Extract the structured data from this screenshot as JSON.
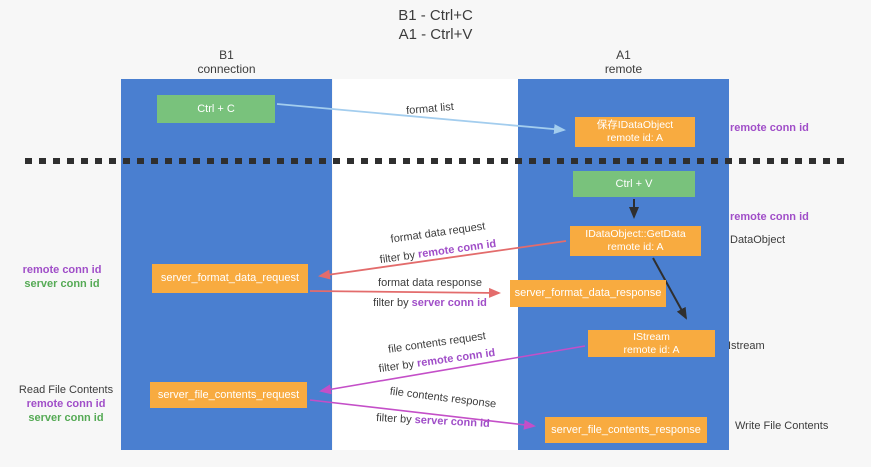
{
  "title": {
    "line1": "B1 - Ctrl+C",
    "line2": "A1 - Ctrl+V"
  },
  "columns": {
    "left": {
      "name": "B1",
      "sub": "connection"
    },
    "right": {
      "name": "A1",
      "sub": "remote"
    }
  },
  "boxes": {
    "ctrl_c": "Ctrl + C",
    "ctrl_v": "Ctrl + V",
    "save_idataobject": {
      "line1": "保存IDataObject",
      "line2": "remote id: A"
    },
    "getdata": {
      "line1": "IDataObject::GetData",
      "line2": "remote id: A"
    },
    "istream": {
      "line1": "IStream",
      "line2": "remote id: A"
    },
    "format_request": "server_format_data_request",
    "format_response": "server_format_data_response",
    "file_request": "server_file_contents_request",
    "file_response": "server_file_contents_response"
  },
  "labels": {
    "format_list": "format list",
    "format_data_request": "format data request",
    "format_data_response": "format data response",
    "file_contents_request": "file contents request",
    "file_contents_response": "file contents response",
    "filter_by": "filter by",
    "remote_conn_id": "remote conn id",
    "server_conn_id": "server conn id",
    "read_file_contents": "Read File Contents",
    "write_file_contents": "Write File Contents",
    "dataobject": "DataObject",
    "istream": "Istream"
  },
  "colors": {
    "column_blue": "#4a7fd0",
    "box_orange": "#f8ab40",
    "box_green": "#79c27c",
    "purple_label": "#a04ec8",
    "green_label": "#55aa55",
    "red_arrow": "#e36c6c",
    "magenta_arrow": "#c44fc8",
    "light_blue_arrow": "#a3cdee",
    "black_arrow": "#2f2f2f"
  }
}
